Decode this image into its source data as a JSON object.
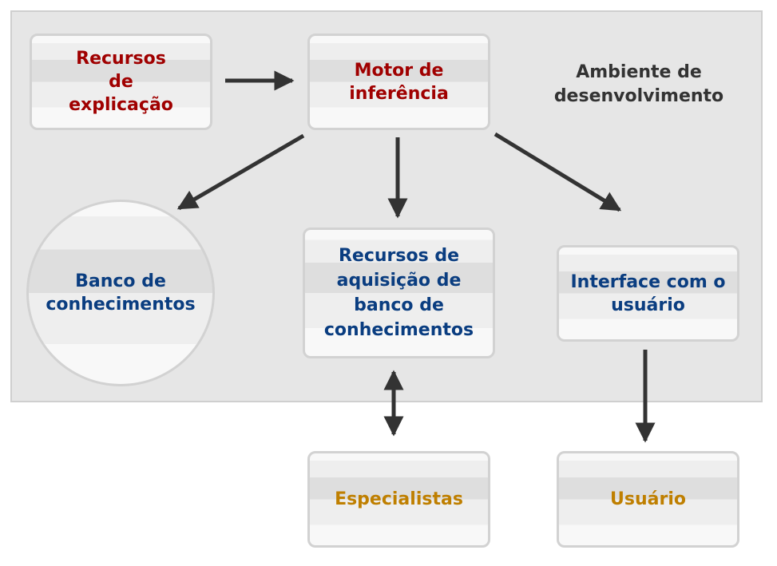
{
  "environment_label": "Ambiente de desenvolvimento",
  "nodes": {
    "explicacao": "Recursos de explicação",
    "motor": "Motor de inferência",
    "banco": "Banco de conhecimentos",
    "aquisicao": "Recursos de aquisição de banco de conhecimentos",
    "interface": "Interface com o usuário",
    "especialistas": "Especialistas",
    "usuario": "Usuário"
  },
  "colors": {
    "red": "#a00000",
    "blue": "#0a3d80",
    "gold": "#bf7f00",
    "arrow": "#333333"
  }
}
